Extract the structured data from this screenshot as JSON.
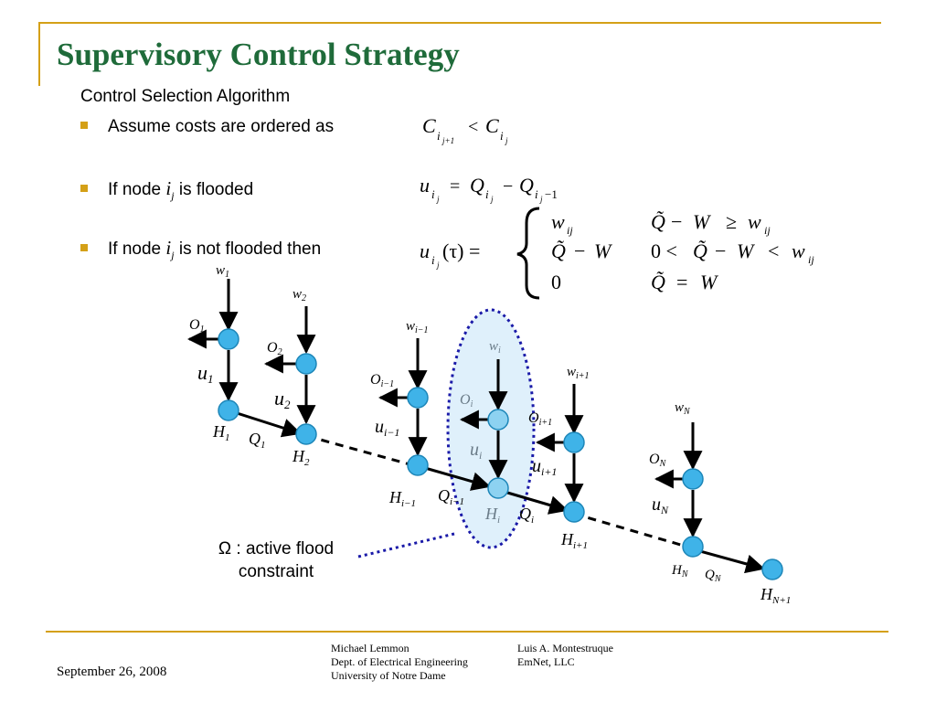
{
  "slide": {
    "title": "Supervisory Control Strategy",
    "subtitle": "Control Selection Algorithm",
    "bullets": [
      {
        "pre": "Assume costs are ordered as",
        "var": "",
        "post": ""
      },
      {
        "pre": "If node ",
        "var": "i",
        "sub": "j",
        "post": " is flooded"
      },
      {
        "pre": "If node ",
        "var": "i",
        "sub": "j",
        "post": " is not flooded then"
      }
    ],
    "annotation": {
      "line1": "Ω : active flood",
      "line2": "constraint"
    }
  },
  "diagram": {
    "labels": {
      "w1": "w",
      "w1s": "1",
      "w2": "w",
      "w2s": "2",
      "wim1": "w",
      "wim1s": "i−1",
      "wi": "w",
      "wis": "i",
      "wip1": "w",
      "wip1s": "i+1",
      "wN": "w",
      "wNs": "N",
      "O1": "O",
      "O1s": "1",
      "O2": "O",
      "O2s": "2",
      "Oim1": "O",
      "Oim1s": "i−1",
      "Oi": "O",
      "Ois": "i",
      "Oip1": "O",
      "Oip1s": "i+1",
      "ON": "O",
      "ONs": "N",
      "u1": "u",
      "u1s": "1",
      "u2": "u",
      "u2s": "2",
      "uim1": "u",
      "uim1s": "i−1",
      "ui": "u",
      "uis": "i",
      "uip1": "u",
      "uip1s": "i+1",
      "uN": "u",
      "uNs": "N",
      "H1": "H",
      "H1s": "1",
      "H2": "H",
      "H2s": "2",
      "Him1": "H",
      "Him1s": "i−1",
      "Hi": "H",
      "His": "i",
      "Hip1": "H",
      "Hip1s": "i+1",
      "HN": "H",
      "HNs": "N",
      "HNp1": "H",
      "HNp1s": "N+1",
      "Q1": "Q",
      "Q1s": "1",
      "Qim1": "Q",
      "Qim1s": "i−1",
      "Qi": "Q",
      "Qis": "i",
      "QN": "Q",
      "QNs": "N"
    }
  },
  "footer": {
    "date": "September 26, 2008",
    "author1": [
      "Michael Lemmon",
      "Dept. of Electrical Engineering",
      "University of Notre Dame"
    ],
    "author2": [
      "Luis A. Montestruque",
      "EmNet, LLC"
    ]
  },
  "colors": {
    "title": "#1f6b3a",
    "accent": "#d4a017",
    "node": "#3fb3e8",
    "ellipse": "#1a1aa8"
  }
}
